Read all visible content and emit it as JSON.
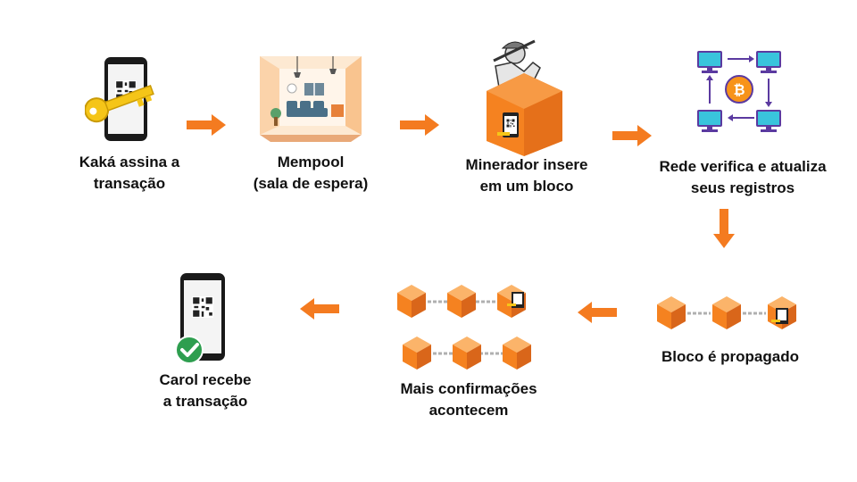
{
  "colors": {
    "accent": "#f47b20",
    "cube": "#f58220",
    "check": "#2e9e4f",
    "node": "#39c4dc",
    "link": "#5b3aa0",
    "coin": "#f7931a"
  },
  "steps": [
    {
      "lines": [
        "Kaká assina a",
        "transação"
      ],
      "icon": "phone-key-icon"
    },
    {
      "lines": [
        "Mempool",
        "(sala de espera)"
      ],
      "icon": "waiting-room-icon"
    },
    {
      "lines": [
        "Minerador insere",
        "em um bloco"
      ],
      "icon": "miner-block-icon"
    },
    {
      "lines": [
        "Rede verifica e atualiza",
        "seus registros"
      ],
      "icon": "network-bitcoin-icon"
    },
    {
      "lines": [
        "Bloco é propagado"
      ],
      "icon": "chain-blocks-icon"
    },
    {
      "lines": [
        "Mais confirmações",
        "acontecem"
      ],
      "icon": "confirmations-icon"
    },
    {
      "lines": [
        "Carol recebe",
        "a transação"
      ],
      "icon": "phone-check-icon"
    }
  ]
}
